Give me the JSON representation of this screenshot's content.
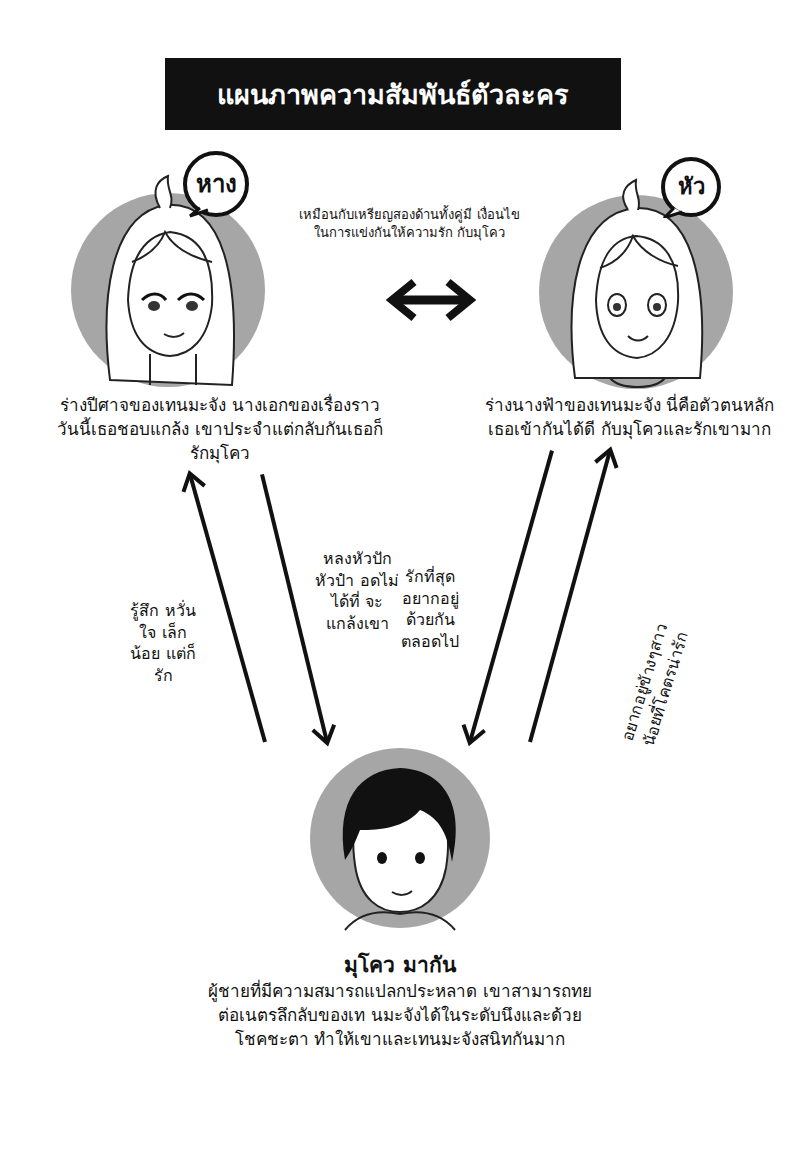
{
  "diagram": {
    "title": "แผนภาพความสัมพันธ์ตัวละคร",
    "nodes": [
      {
        "text": [
          "ร่างปีศาจของเทนมะจัง นางเอกของเรื่องราววันนี้เธอชอบแกล้ง เขาประจำแต่กลับกันเธอก็รักมุโคว"
        ]
      },
      {
        "text": [
          "หาง"
        ]
      },
      {
        "text": [
          "ร่างนางฟ้าของเทนมะจัง นี่คือตัวตนหลัก เธอเข้ากันได้ดี กับมุโควและรักเขามาก"
        ]
      },
      {
        "text": [
          "หัว"
        ]
      },
      {
        "text": [
          "มุโคว มากัน",
          "ผู้ชายที่มีความสมารถแปลกประหลาด เขาสามารถทยต่อเนตรลึกลับของเท นมะจังได้ในระดับนึงและด้วยโชคชะตา ทำให้เขาและเทนมะจังสนิทกันมาก"
        ]
      }
    ],
    "edges": [
      {
        "from": 0,
        "to": 2,
        "arrow": "both",
        "label": "เหมือนกับเหรียญสองด้านทั้งคู่มี เงื่อนไขในการแข่งกันให้ความรัก กับมุโคว"
      },
      {
        "from": 0,
        "to": 4,
        "arrow": "to",
        "label": "หลงหัวปัก หัวปำ อดไม่ได้ที่ จะแกล้งเขา"
      },
      {
        "from": 4,
        "to": 0,
        "arrow": "to",
        "label": "รู้สึก หวั่นใจ เล็กน้อย แต่ก็รัก"
      },
      {
        "from": 2,
        "to": 4,
        "arrow": "to",
        "label": "รักที่สุด อยากอยู่ ด้วยกัน ตลอดไป"
      },
      {
        "from": 4,
        "to": 2,
        "arrow": "to",
        "label": "อยากอยู่ข้างๆสาว น้อยที่โคตรน่ารัก"
      }
    ]
  }
}
